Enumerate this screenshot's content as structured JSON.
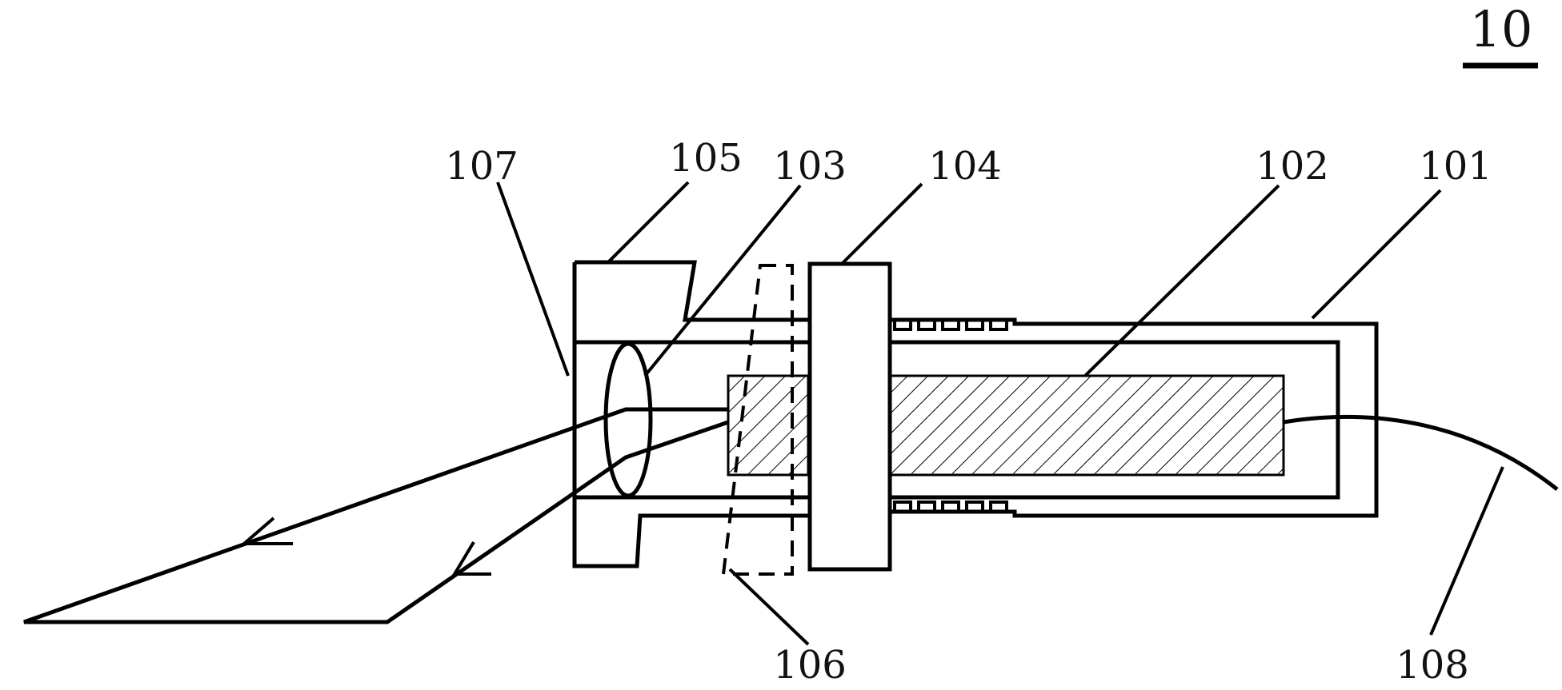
{
  "figure_number": "10",
  "labels": {
    "l101": "101",
    "l102": "102",
    "l103": "103",
    "l104": "104",
    "l105": "105",
    "l106": "106",
    "l107": "107",
    "l108": "108"
  },
  "colors": {
    "line": "#000000",
    "background": "#ffffff"
  }
}
